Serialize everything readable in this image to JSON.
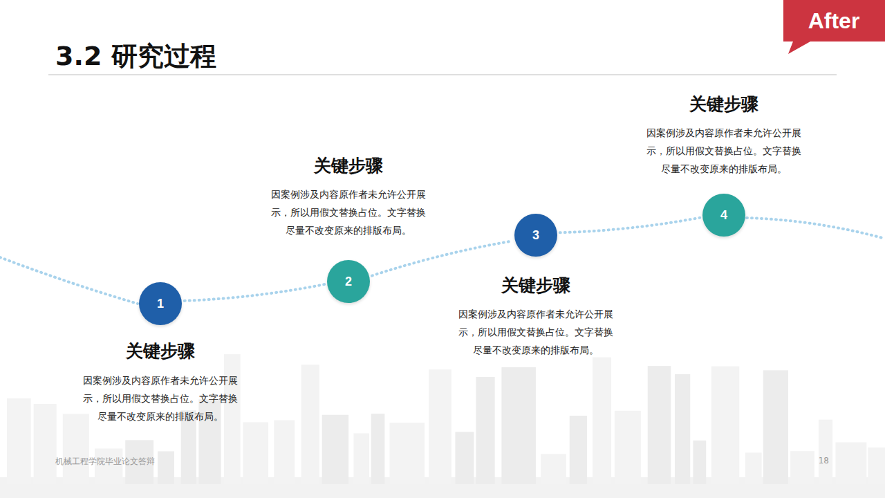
{
  "diagram": {
    "title": "3.2 研究过程",
    "nodes": [
      {
        "text": [
          "1"
        ]
      },
      {
        "text": [
          "2"
        ]
      },
      {
        "text": [
          "3"
        ]
      },
      {
        "text": [
          "4"
        ]
      }
    ],
    "edges": [
      {
        "from": 0,
        "to": 1,
        "arrow": "none"
      },
      {
        "from": 1,
        "to": 2,
        "arrow": "none"
      },
      {
        "from": 2,
        "to": 3,
        "arrow": "none"
      }
    ],
    "labels": [
      "After",
      "关键步骤",
      "因案例涉及内容原作者未允许公开展示，所以用假文替换占位。文字替换尽量不改变原来的排版布局。",
      "关键步骤",
      "因案例涉及内容原作者未允许公开展示，所以用假文替换占位。文字替换尽量不改变原来的排版布局。",
      "关键步骤",
      "因案例涉及内容原作者未允许公开展示，所以用假文替换占位。文字替换尽量不改变原来的排版布局。",
      "关键步骤",
      "因案例涉及内容原作者未允许公开展示，所以用假文替换占位。文字替换尽量不改变原来的排版布局。",
      "机械工程学院毕业论文答辩",
      "18"
    ]
  }
}
